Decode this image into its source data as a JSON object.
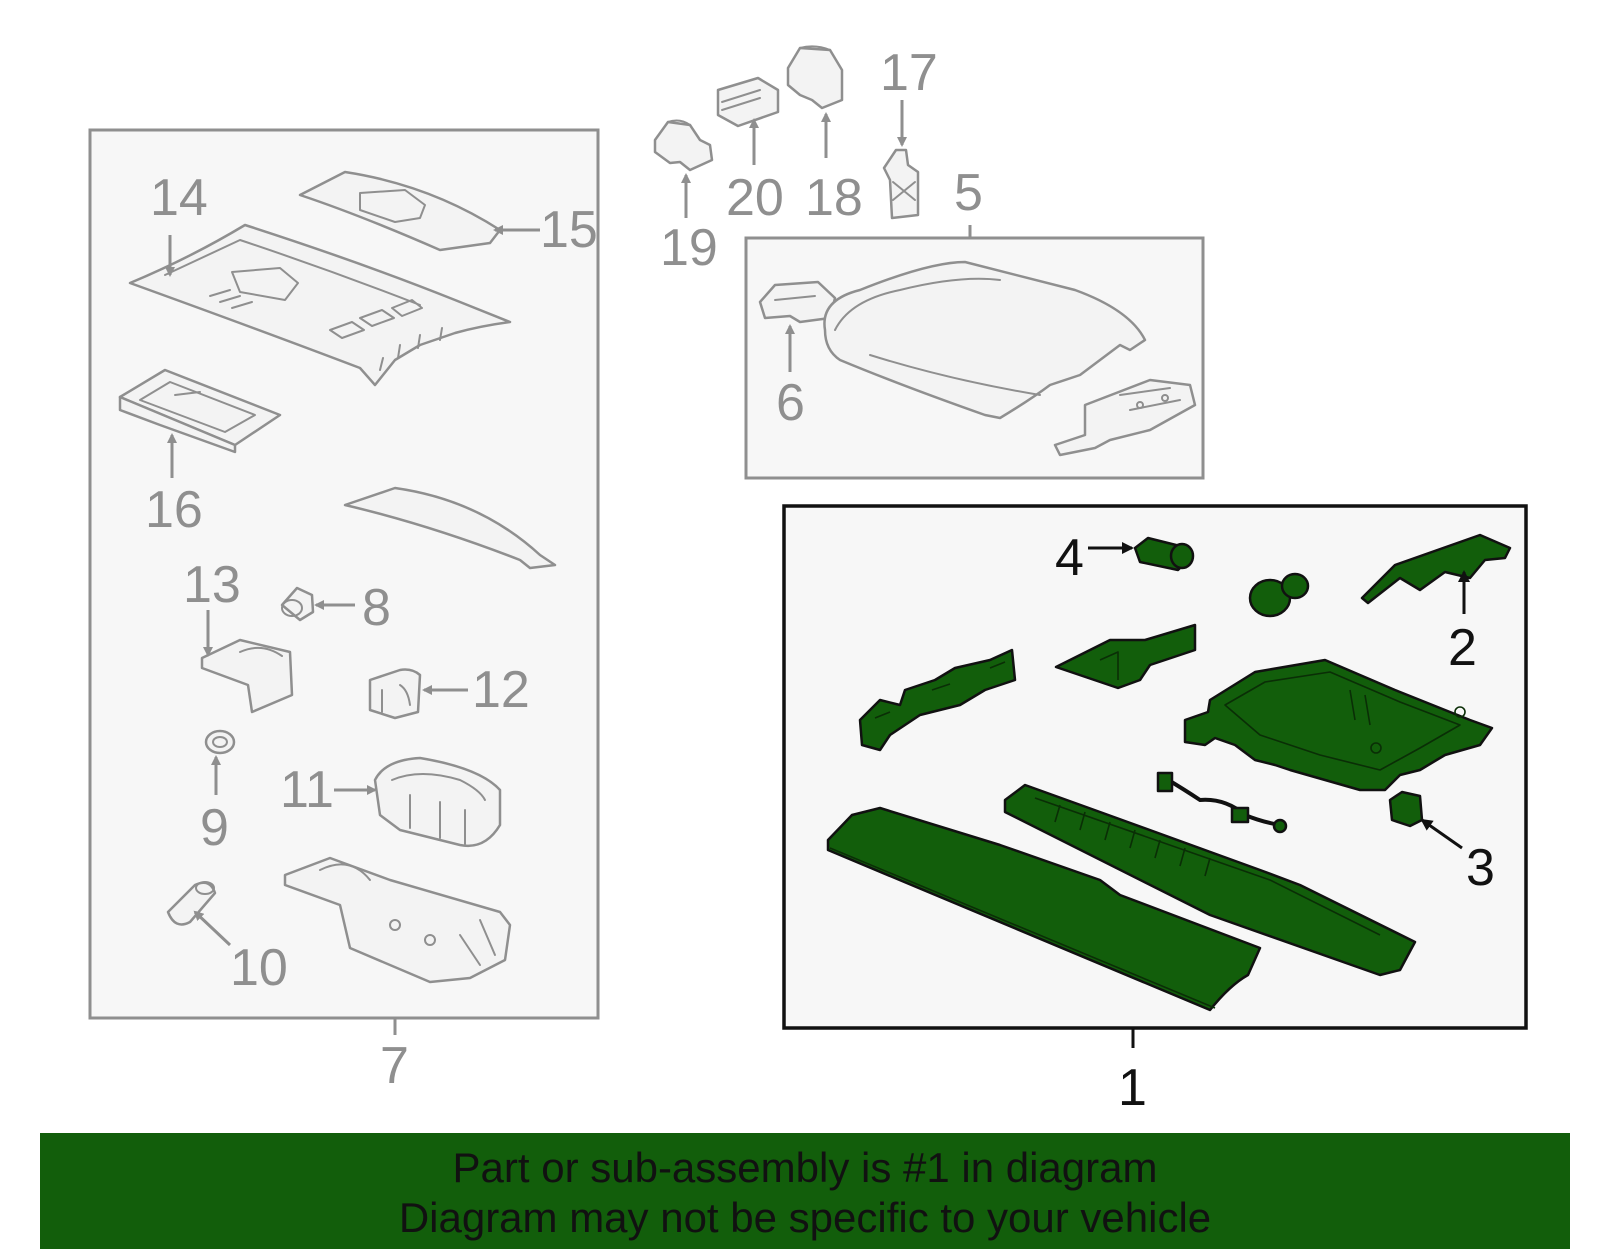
{
  "diagram": {
    "callouts": {
      "c1": "1",
      "c2": "2",
      "c3": "3",
      "c4": "4",
      "c5": "5",
      "c6": "6",
      "c7": "7",
      "c8": "8",
      "c9": "9",
      "c10": "10",
      "c11": "11",
      "c12": "12",
      "c13": "13",
      "c14": "14",
      "c15": "15",
      "c16": "16",
      "c17": "17",
      "c18": "18",
      "c19": "19",
      "c20": "20"
    },
    "colors": {
      "highlight": "#125e0b",
      "muted": "#8f8f8f",
      "ink": "#111111"
    }
  },
  "footer": {
    "line1": "Part or sub-assembly is #1 in diagram",
    "line2": "Diagram may not be specific to your vehicle"
  }
}
